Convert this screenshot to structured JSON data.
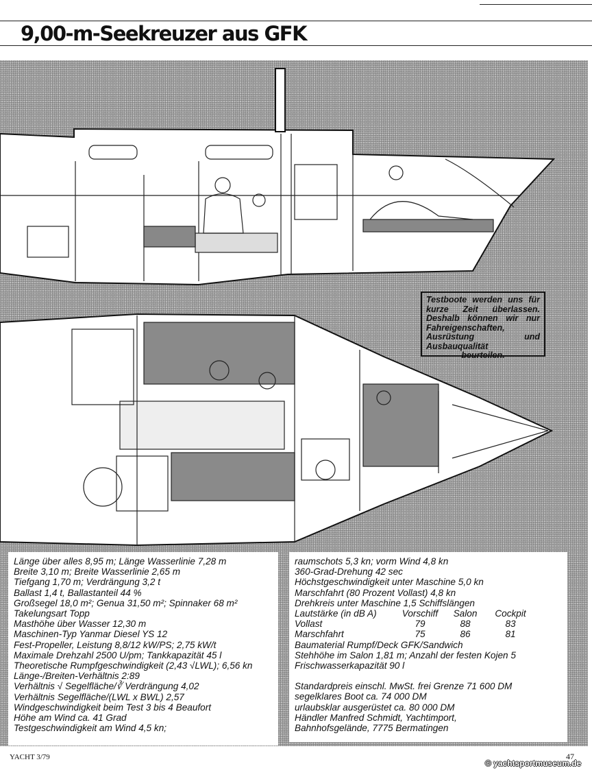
{
  "title": "9,00-m-Seekreuzer aus GFK",
  "notice": {
    "text": "Testboote werden uns für kurze Zeit überlassen. Deshalb können wir nur Fahreigenschaften, Ausrüstung und Ausbauqualität",
    "last": "beurteilen."
  },
  "specs_left": [
    "Länge über alles 8,95 m; Länge Wasserlinie 7,28 m",
    "Breite 3,10 m; Breite Wasserlinie 2,65 m",
    "Tiefgang 1,70 m; Verdrängung 3,2 t",
    "Ballast 1,4 t, Ballastanteil 44 %",
    "Großsegel 18,0 m²; Genua 31,50 m²; Spinnaker 68 m²",
    "Takelungsart Topp",
    "Masthöhe über Wasser 12,30 m",
    "Maschinen-Typ Yanmar Diesel YS 12",
    "Fest-Propeller, Leistung 8,8/12 kW/PS; 2,75 kW/t",
    "Maximale Drehzahl 2500 U/pm; Tankkapazität 45 l",
    "Theoretische Rumpfgeschwindigkeit (2,43 √LWL); 6,56 kn",
    "Länge-/Breiten-Verhältnis 2:89",
    "Verhältnis √ Segelfläche/∛ Verdrängung 4,02",
    "Verhältnis Segelfläche/(LWL x BWL) 2,57",
    "Windgeschwindigkeit beim Test 3 bis 4 Beaufort",
    "Höhe am Wind ca. 41 Grad",
    "Testgeschwindigkeit am Wind 4,5 kn;"
  ],
  "specs_right_top": [
    "raumschots 5,3 kn; vorm Wind 4,8 kn",
    "360-Grad-Drehung 42 sec",
    "Höchstgeschwindigkeit unter Maschine 5,0 kn",
    "Marschfahrt (80 Prozent Vollast) 4,8 kn",
    "Drehkreis unter Maschine 1,5 Schiffslängen"
  ],
  "noise_table": {
    "header": [
      "Lautstärke (in dB A)",
      "Vorschiff",
      "Salon",
      "Cockpit"
    ],
    "rows": [
      [
        "Vollast",
        "79",
        "88",
        "83"
      ],
      [
        "Marschfahrt",
        "75",
        "86",
        "81"
      ]
    ]
  },
  "specs_right_mid": [
    "Baumaterial Rumpf/Deck GFK/Sandwich",
    "Stehhöhe im Salon 1,81 m; Anzahl der festen Kojen 5",
    "Frischwasserkapazität 90 l"
  ],
  "specs_right_price": [
    "Standardpreis einschl. MwSt. frei Grenze 71 600 DM",
    "segelklares Boot ca. 74 000 DM",
    "urlaubsklar ausgerüstet ca. 80 000 DM",
    "Händler Manfred Schmidt, Yachtimport,",
    "Bahnhofsgelände, 7775 Bermatingen"
  ],
  "footer": {
    "magazine": "YACHT 3/79",
    "page": "47",
    "watermark": "© yachtsportmuseum.de"
  }
}
